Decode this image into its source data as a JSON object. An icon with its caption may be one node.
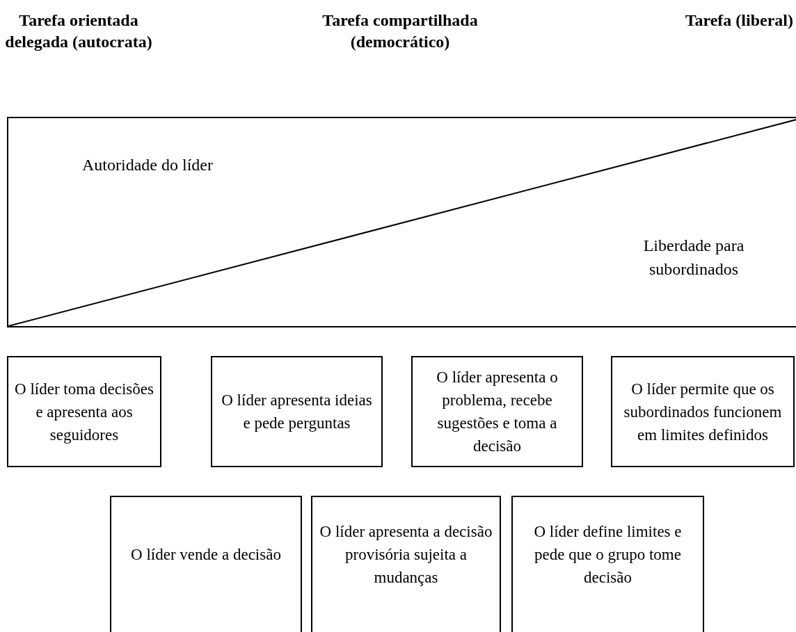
{
  "diagram": {
    "nodes": [
      {
        "text": [
          "Autoridade do líder",
          "Liberdade para subordinados"
        ]
      },
      {
        "text": [
          "O líder toma decisões e apresenta aos seguidores"
        ]
      },
      {
        "text": [
          "O líder apresenta ideias e pede perguntas"
        ]
      },
      {
        "text": [
          "O líder apresenta o problema, recebe sugestões e toma a decisão"
        ]
      },
      {
        "text": [
          "O líder permite que os subordinados funcionem em limites definidos"
        ]
      },
      {
        "text": [
          "O líder vende a decisão"
        ]
      },
      {
        "text": [
          "O líder apresenta a decisão provisória sujeita a mudanças"
        ]
      },
      {
        "text": [
          "O líder define limites e pede que o grupo tome decisão"
        ]
      }
    ],
    "labels": [
      "Tarefa orientada delegada (autocrata)",
      "Tarefa compartilhada (democrático)",
      "Tarefa (liberal)"
    ]
  }
}
